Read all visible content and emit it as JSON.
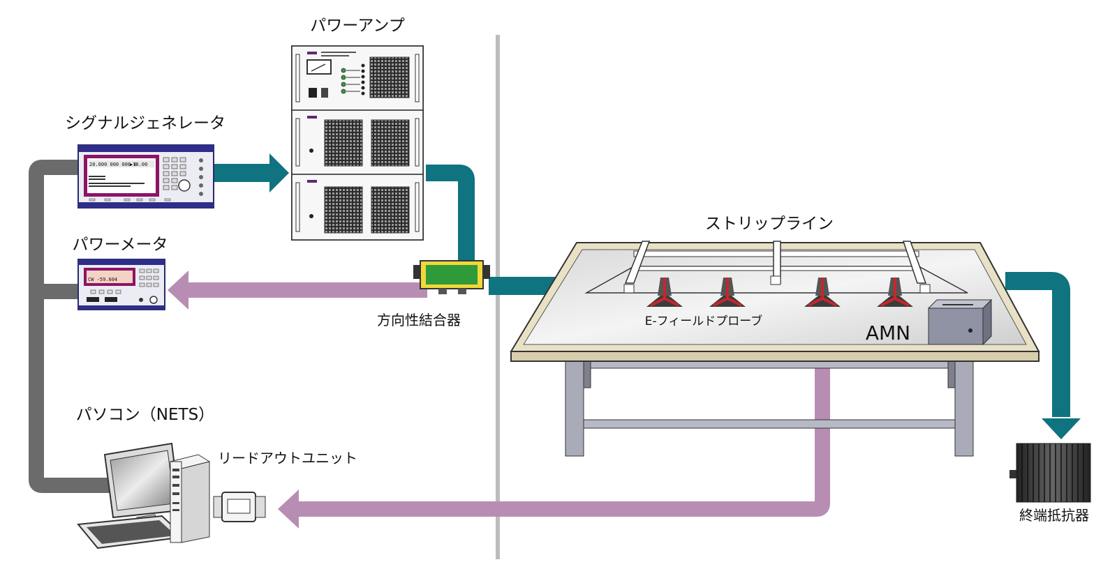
{
  "labels": {
    "power_amp": "パワーアンプ",
    "signal_generator": "シグナルジェネレータ",
    "power_meter": "パワーメータ",
    "directional_coupler": "方向性結合器",
    "stripline": "ストリップライン",
    "e_field_probe": "E-フィールドプローブ",
    "amn": "AMN",
    "pc": "パソコン（NETS）",
    "readout_unit": "リードアウトユニット",
    "termination": "終端抵抗器"
  },
  "device_text": {
    "sg_display_freq": "20.000 000 000 0",
    "sg_display_level": "▶10.00",
    "pm_display": "CW  -59.604"
  },
  "colors": {
    "forward_path": "#0f7380",
    "readback_path": "#b88db3",
    "control_path": "#6b6b6b",
    "divider": "#bcbcbc",
    "instrument_accent": "#8b1466",
    "probe_red": "#c8252b"
  }
}
